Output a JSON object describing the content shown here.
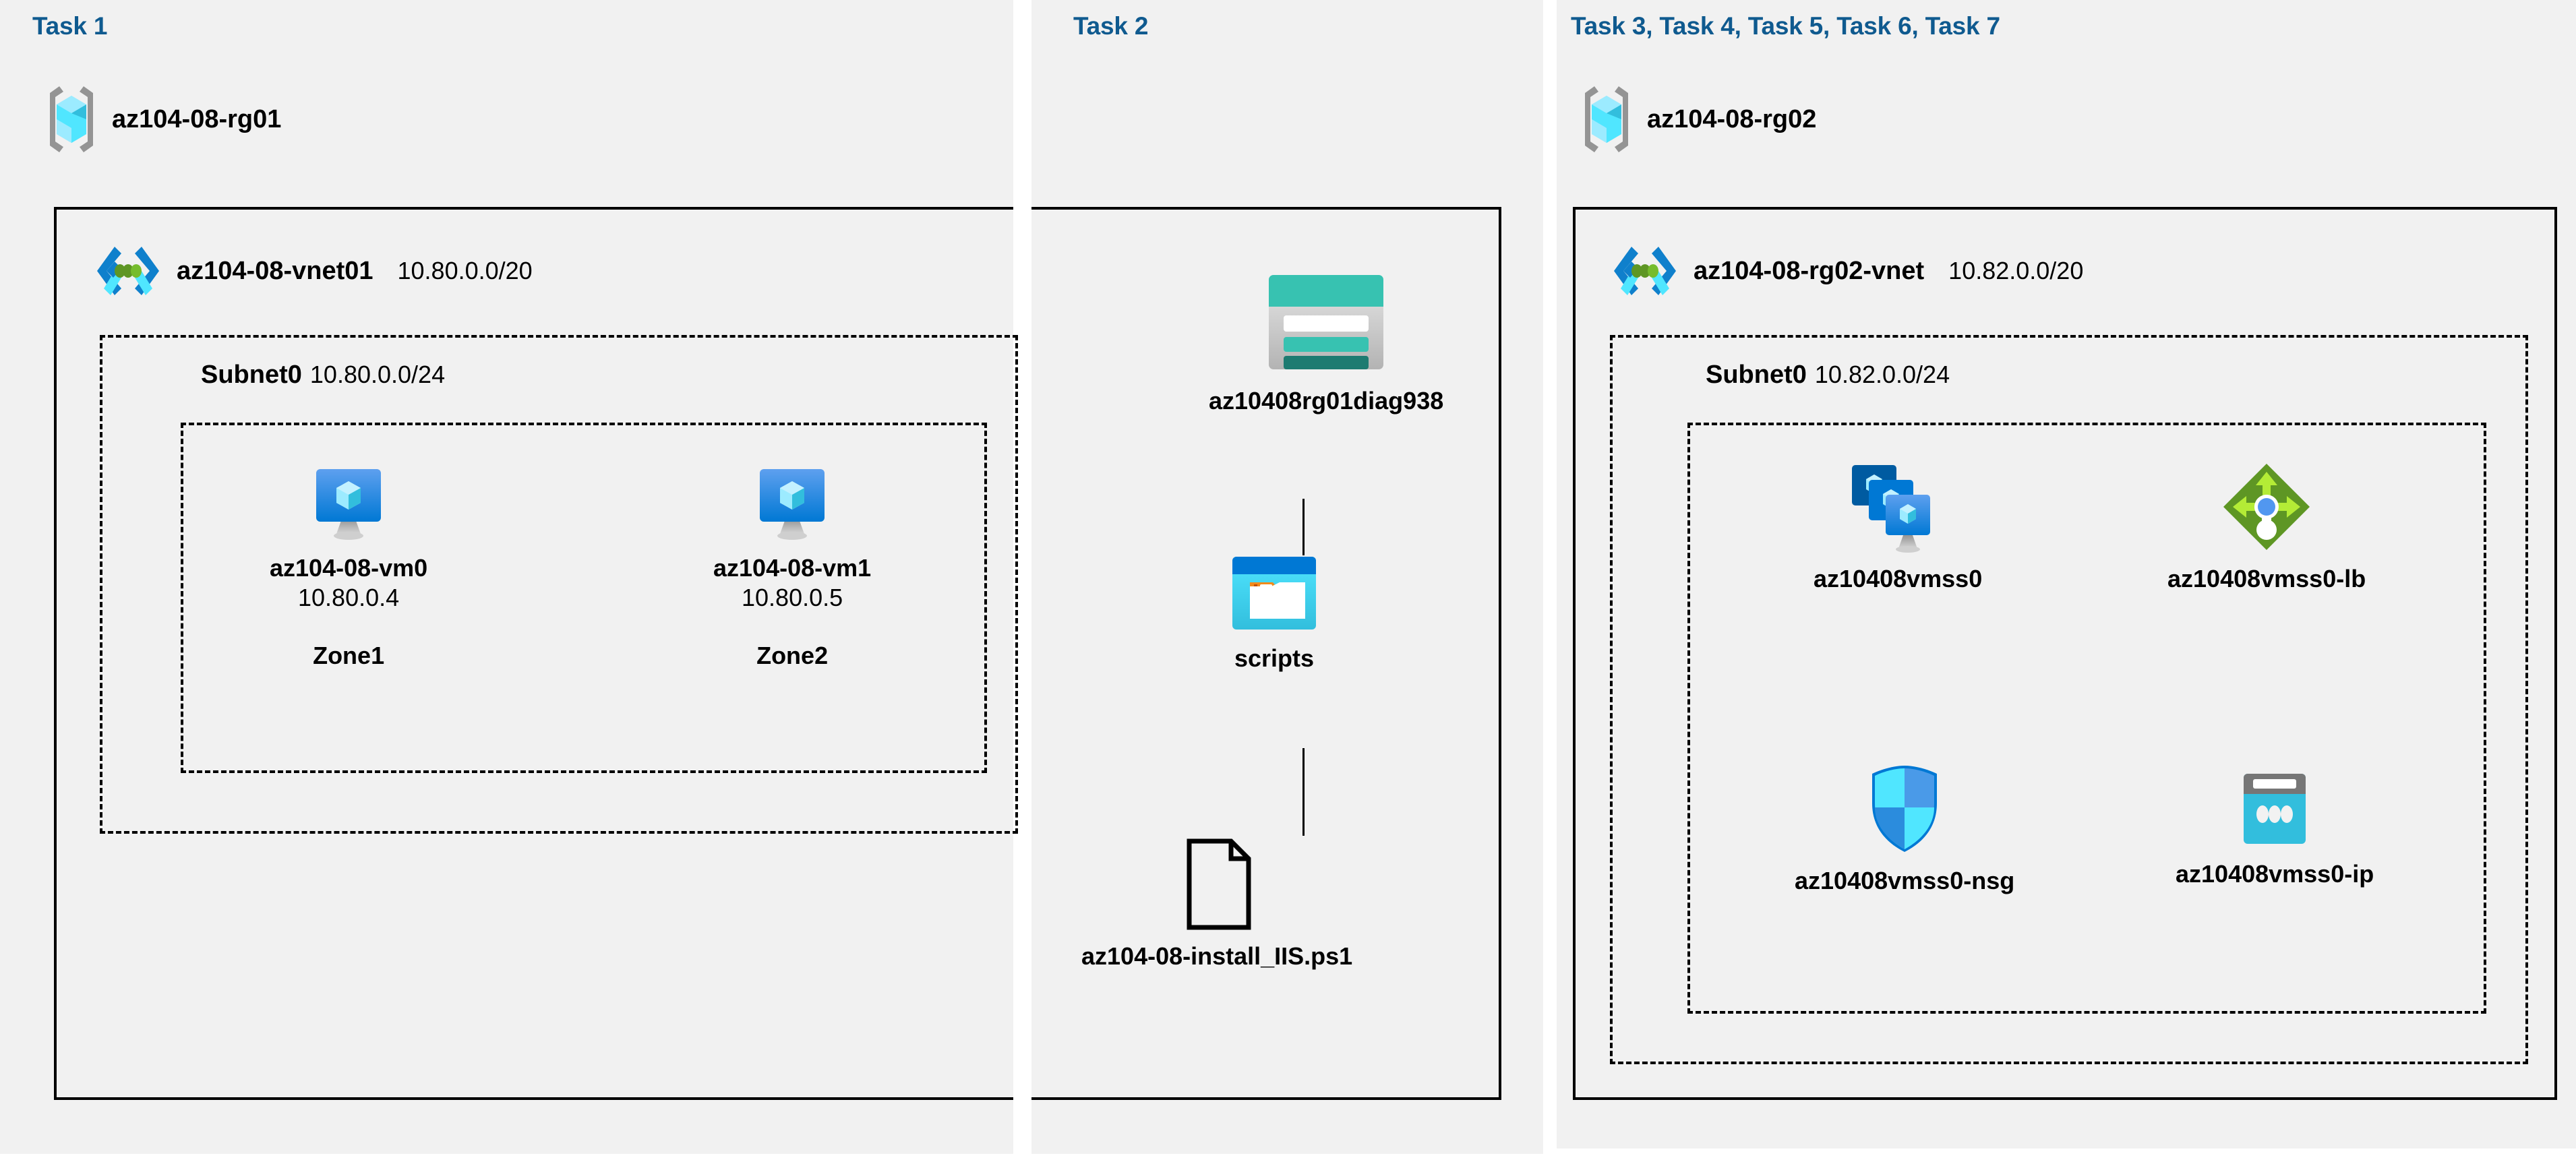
{
  "diagram": {
    "title": "Azure AZ-104 Lab 08 architecture",
    "colors": {
      "panel_background": "#f1f1f1",
      "task_label": "#0f5a8f",
      "border": "#000000",
      "vnet_icon_blue": "#0f80cc",
      "vnet_icon_cyan": "#50e6ff",
      "vnet_icon_green": "#5e9624",
      "vm_blue": "#0078d4",
      "storage_teal": "#37c2b1",
      "container_blue": "#0078d4",
      "loadbalancer_green": "#76bc2d",
      "nsg_blue": "#32bedd",
      "publicip_cyan": "#32bedd"
    }
  },
  "panels": [
    {
      "id": "task1",
      "task_label": "Task 1",
      "resource_group": {
        "icon": "resource-group-icon",
        "name": "az104-08-rg01"
      },
      "vnet": {
        "icon": "virtual-network-icon",
        "name": "az104-08-vnet01",
        "cidr": "10.80.0.0/20"
      },
      "subnet": {
        "name": "Subnet0",
        "cidr": "10.80.0.0/24"
      },
      "vms": [
        {
          "icon": "virtual-machine-icon",
          "name": "az104-08-vm0",
          "ip": "10.80.0.4",
          "zone": "Zone1"
        },
        {
          "icon": "virtual-machine-icon",
          "name": "az104-08-vm1",
          "ip": "10.80.0.5",
          "zone": "Zone2"
        }
      ]
    },
    {
      "id": "task2",
      "task_label": "Task 2",
      "nodes": [
        {
          "icon": "storage-account-icon",
          "name": "az10408rg01diag938"
        },
        {
          "icon": "blob-container-icon",
          "name": "scripts"
        },
        {
          "icon": "file-icon",
          "name": "az104-08-install_IIS.ps1"
        }
      ]
    },
    {
      "id": "task37",
      "task_label": "Task 3, Task 4, Task 5, Task 6, Task 7",
      "resource_group": {
        "icon": "resource-group-icon",
        "name": "az104-08-rg02"
      },
      "vnet": {
        "icon": "virtual-network-icon",
        "name": "az104-08-rg02-vnet",
        "cidr": "10.82.0.0/20"
      },
      "subnet": {
        "name": "Subnet0",
        "cidr": "10.82.0.0/24"
      },
      "resources": [
        {
          "icon": "vm-scale-set-icon",
          "name": "az10408vmss0"
        },
        {
          "icon": "load-balancer-icon",
          "name": "az10408vmss0-lb"
        },
        {
          "icon": "network-security-group-icon",
          "name": "az10408vmss0-nsg"
        },
        {
          "icon": "public-ip-address-icon",
          "name": "az10408vmss0-ip"
        }
      ]
    }
  ]
}
